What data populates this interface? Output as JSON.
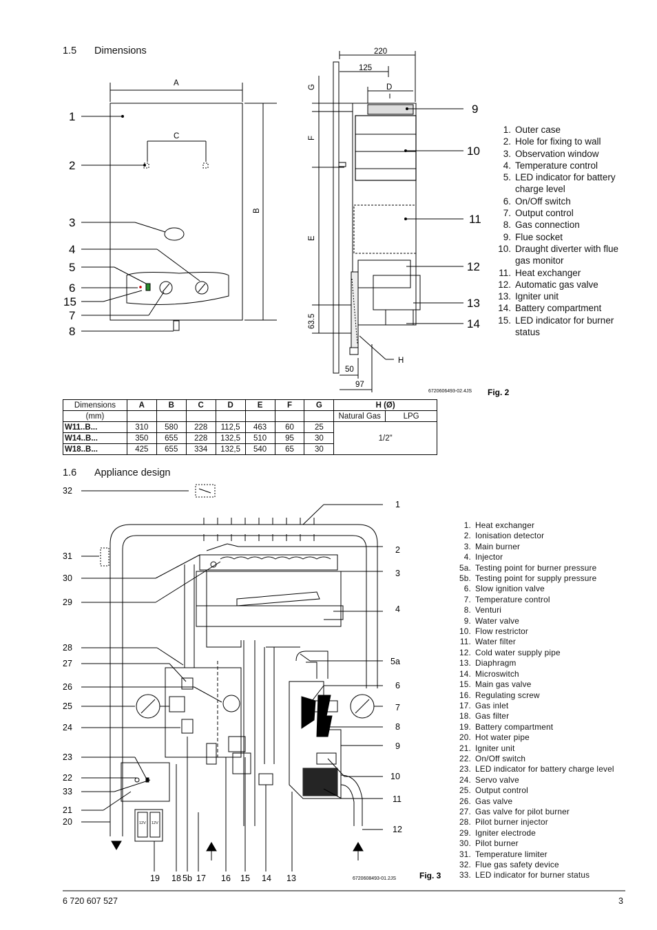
{
  "section_15": {
    "number": "1.5",
    "title": "Dimensions"
  },
  "section_16": {
    "number": "1.6",
    "title": "Appliance design"
  },
  "fig2": {
    "label": "Fig. 2",
    "code": "6720606493-02.4JS",
    "dims": {
      "A": "A",
      "B": "B",
      "C": "C",
      "D": "D",
      "E": "E",
      "F": "F",
      "G": "G",
      "H": "H",
      "w220": "220",
      "w125": "125",
      "h635": "63.5",
      "w50": "50",
      "w97": "97"
    },
    "callouts_left": [
      "1",
      "2",
      "3",
      "4",
      "5",
      "6",
      "15",
      "7",
      "8"
    ],
    "callouts_right": [
      "9",
      "10",
      "11",
      "12",
      "13",
      "14"
    ],
    "legend": [
      {
        "n": "1.",
        "t": "Outer case"
      },
      {
        "n": "2.",
        "t": "Hole for fixing to wall"
      },
      {
        "n": "3.",
        "t": "Observation window"
      },
      {
        "n": "4.",
        "t": "Temperature control"
      },
      {
        "n": "5.",
        "t": "LED indicator for battery charge level"
      },
      {
        "n": "6.",
        "t": "On/Off switch"
      },
      {
        "n": "7.",
        "t": "Output control"
      },
      {
        "n": "8.",
        "t": "Gas connection"
      },
      {
        "n": "9.",
        "t": "Flue socket"
      },
      {
        "n": "10.",
        "t": "Draught diverter with flue gas monitor"
      },
      {
        "n": "11.",
        "t": "Heat exchanger"
      },
      {
        "n": "12.",
        "t": "Automatic gas valve"
      },
      {
        "n": "13.",
        "t": "Igniter unit"
      },
      {
        "n": "14.",
        "t": "Battery compartment"
      },
      {
        "n": "15.",
        "t": "LED indicator for burner status"
      }
    ]
  },
  "table": {
    "header1": "Dimensions",
    "header1b": "(mm)",
    "cols": [
      "A",
      "B",
      "C",
      "D",
      "E",
      "F",
      "G"
    ],
    "h_header": "H (Ø)",
    "h_sub": [
      "Natural Gas",
      "LPG"
    ],
    "h_value": "1/2\"",
    "rows": [
      {
        "model": "W11..B...",
        "vals": [
          "310",
          "580",
          "228",
          "112,5",
          "463",
          "60",
          "25"
        ]
      },
      {
        "model": "W14..B...",
        "vals": [
          "350",
          "655",
          "228",
          "132,5",
          "510",
          "95",
          "30"
        ]
      },
      {
        "model": "W18..B...",
        "vals": [
          "425",
          "655",
          "334",
          "132,5",
          "540",
          "65",
          "30"
        ]
      }
    ]
  },
  "fig3": {
    "label": "Fig. 3",
    "code": "6720608493-01.2JS",
    "callouts_left": [
      "32",
      "31",
      "30",
      "29",
      "28",
      "27",
      "26",
      "25",
      "24",
      "23",
      "22",
      "33",
      "21",
      "20"
    ],
    "callouts_right": [
      "1",
      "2",
      "3",
      "4",
      "5a",
      "6",
      "7",
      "8",
      "9",
      "10",
      "11",
      "12"
    ],
    "callouts_bottom": [
      "19",
      "18",
      "5b",
      "17",
      "16",
      "15",
      "14",
      "13"
    ],
    "battery_labels": [
      "12V",
      "12V"
    ],
    "legend": [
      {
        "n": "1.",
        "t": "Heat exchanger"
      },
      {
        "n": "2.",
        "t": "Ionisation detector"
      },
      {
        "n": "3.",
        "t": "Main burner"
      },
      {
        "n": "4.",
        "t": "Injector"
      },
      {
        "n": "5a.",
        "t": "Testing point for burner pressure"
      },
      {
        "n": "5b.",
        "t": "Testing point for supply pressure"
      },
      {
        "n": "6.",
        "t": "Slow ignition valve"
      },
      {
        "n": "7.",
        "t": "Temperature control"
      },
      {
        "n": "8.",
        "t": "Venturi"
      },
      {
        "n": "9.",
        "t": "Water valve"
      },
      {
        "n": "10.",
        "t": "Flow restrictor"
      },
      {
        "n": "11.",
        "t": "Water filter"
      },
      {
        "n": "12.",
        "t": "Cold water supply pipe"
      },
      {
        "n": "13.",
        "t": "Diaphragm"
      },
      {
        "n": "14.",
        "t": "Microswitch"
      },
      {
        "n": "15.",
        "t": "Main gas valve"
      },
      {
        "n": "16.",
        "t": "Regulating screw"
      },
      {
        "n": "17.",
        "t": "Gas inlet"
      },
      {
        "n": "18.",
        "t": "Gas filter"
      },
      {
        "n": "19.",
        "t": "Battery compartment"
      },
      {
        "n": "20.",
        "t": "Hot water pipe"
      },
      {
        "n": "21.",
        "t": "Igniter unit"
      },
      {
        "n": "22.",
        "t": "On/Off switch"
      },
      {
        "n": "23.",
        "t": "LED indicator for battery charge level"
      },
      {
        "n": "24.",
        "t": "Servo valve"
      },
      {
        "n": "25.",
        "t": "Output control"
      },
      {
        "n": "26.",
        "t": "Gas valve"
      },
      {
        "n": "27.",
        "t": "Gas valve for pilot burner"
      },
      {
        "n": "28.",
        "t": "Pilot burner injector"
      },
      {
        "n": "29.",
        "t": "Igniter electrode"
      },
      {
        "n": "30.",
        "t": "Pilot burner"
      },
      {
        "n": "31.",
        "t": "Temperature limiter"
      },
      {
        "n": "32.",
        "t": "Flue gas safety device"
      },
      {
        "n": "33.",
        "t": "LED indicator for burner status"
      }
    ]
  },
  "footer": {
    "doc": "6 720 607 527",
    "page": "3"
  }
}
